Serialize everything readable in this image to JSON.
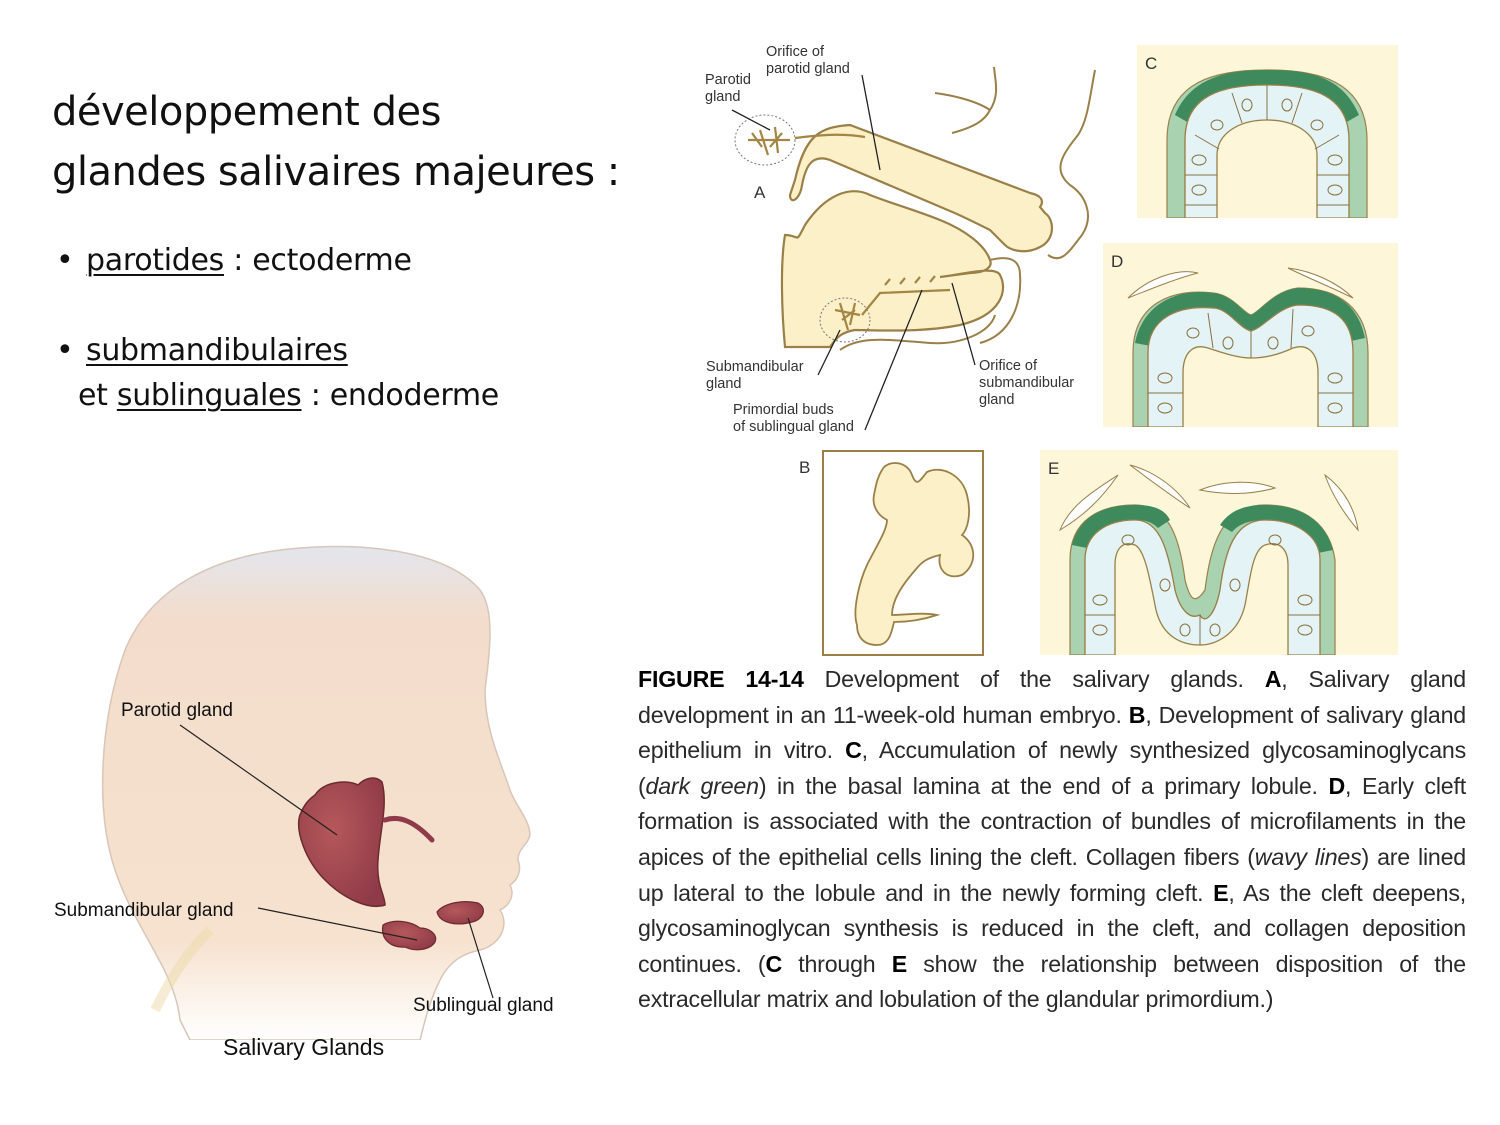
{
  "slide": {
    "title_line1": "développement des",
    "title_line2": "glandes salivaires majeures :",
    "bullets": [
      {
        "term": "parotides",
        "rest": " : ectoderme"
      },
      {
        "term": "submandibulaires ",
        "line2_prefix": "et ",
        "term2": "sublinguales",
        "rest": " : endoderme"
      }
    ],
    "bullet_symbol": "•"
  },
  "figure": {
    "panel_a": {
      "letter": "A",
      "labels": {
        "orifice_parotid_1": "Orifice of",
        "orifice_parotid_2": "parotid gland",
        "parotid_1": "Parotid",
        "parotid_2": "gland",
        "submandibular_1": "Submandibular",
        "submandibular_2": "gland",
        "primordial_1": "Primordial buds",
        "primordial_2": "of sublingual gland",
        "orifice_sub_1": "Orifice of",
        "orifice_sub_2": "submandibular",
        "orifice_sub_3": "gland"
      }
    },
    "panel_b": {
      "letter": "B"
    },
    "panel_c": {
      "letter": "C"
    },
    "panel_d": {
      "letter": "D"
    },
    "panel_e": {
      "letter": "E"
    },
    "colors": {
      "tissue_fill": "#fbf0c8",
      "outline": "#9a8048",
      "dark_green": "#3f8a5c",
      "light_green": "#a9d2b0",
      "cell_fill": "#e4f4f6",
      "panel_bg": "#fdf6d8"
    },
    "caption": {
      "figure_id": "FIGURE 14-14",
      "t1": " Development of the salivary glands. ",
      "a": "A",
      "t2": ", Salivary gland development in an 11-week-old human embryo. ",
      "b": "B",
      "t3": ", Development of salivary gland epithelium in vitro. ",
      "c": "C",
      "t4": ", Accumulation of newly synthesized glycosaminoglycans (",
      "i1": "dark green",
      "t5": ") in the basal lamina at the end of a primary lobule. ",
      "d": "D",
      "t6": ", Early cleft formation is associated with the contraction of bundles of microfilaments in the apices of the epithelial cells lining the cleft. Collagen fibers (",
      "i2": "wavy lines",
      "t7": ") are lined up lateral to the lobule and in the newly forming cleft. ",
      "e": "E",
      "t8": ", As the cleft deepens, glycosaminoglycan synthesis is reduced in the cleft, and collagen deposition continues. (",
      "c2": "C",
      "t9": " through ",
      "e2": "E",
      "t10": " show the relationship between disposition of the extracellular matrix and lobulation of the glandular primordium.)"
    }
  },
  "head_illustration": {
    "title": "Salivary Glands",
    "labels": {
      "parotid": "Parotid gland",
      "submandibular": "Submandibular gland",
      "sublingual": "Sublingual gland"
    },
    "colors": {
      "skin": "#f6dcc6",
      "gland": "#a8484e"
    }
  }
}
